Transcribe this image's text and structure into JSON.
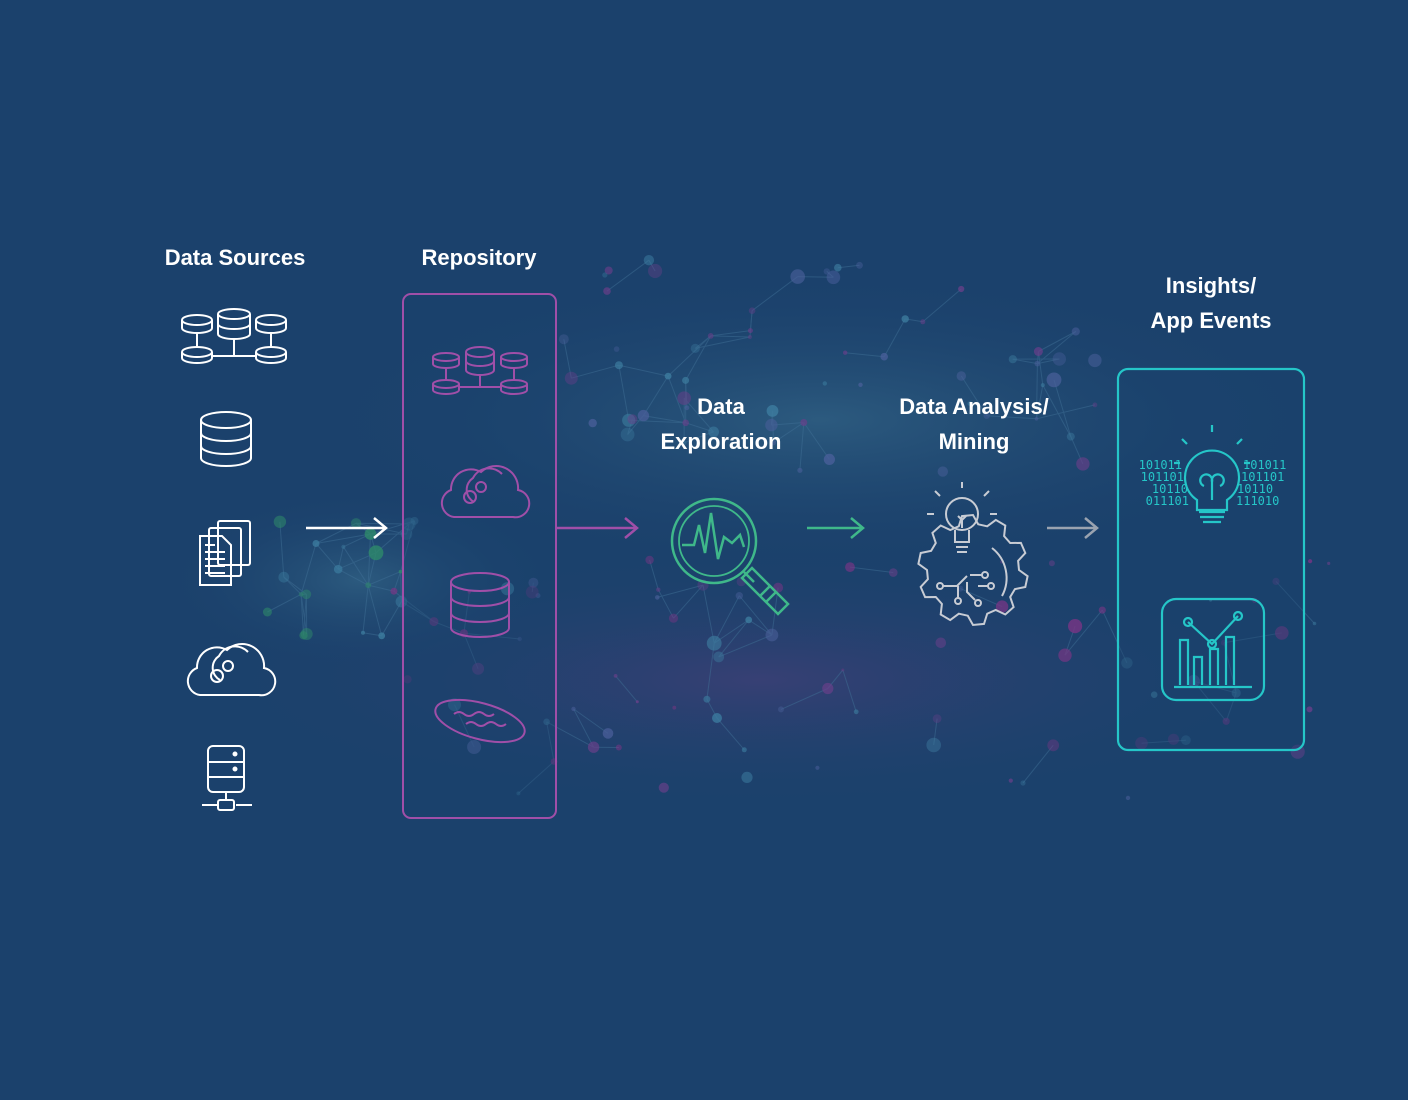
{
  "stages": {
    "data_sources": {
      "title": "Data Sources"
    },
    "repository": {
      "title": "Repository"
    },
    "data_exploration": {
      "title_line1": "Data",
      "title_line2": "Exploration"
    },
    "data_analysis": {
      "title_line1": "Data Analysis/",
      "title_line2": "Mining"
    },
    "insights": {
      "title_line1": "Insights/",
      "title_line2": "App Events"
    }
  },
  "binary_code": {
    "left": [
      "101011",
      "101101",
      "10110",
      "011101"
    ],
    "right": [
      "101011",
      "101101",
      "10110",
      "111010"
    ]
  },
  "icons": {
    "data_sources": [
      "distributed-database-icon",
      "database-icon",
      "documents-icon",
      "cloud-gears-icon",
      "network-server-icon"
    ],
    "repository": [
      "distributed-database-icon",
      "cloud-gears-icon",
      "database-icon",
      "data-lake-icon"
    ],
    "exploration": "magnifier-waveform-icon",
    "analysis": "lightbulb-gear-circuit-icon",
    "insights": [
      "lightbulb-binary-icon",
      "bar-line-chart-icon"
    ]
  },
  "colors": {
    "background": "#1b416c",
    "sources": "#ffffff",
    "repository": "#a04fa8",
    "exploration": "#3fb88a",
    "analysis": "#c8ccd4",
    "insights": "#25c6c8"
  }
}
